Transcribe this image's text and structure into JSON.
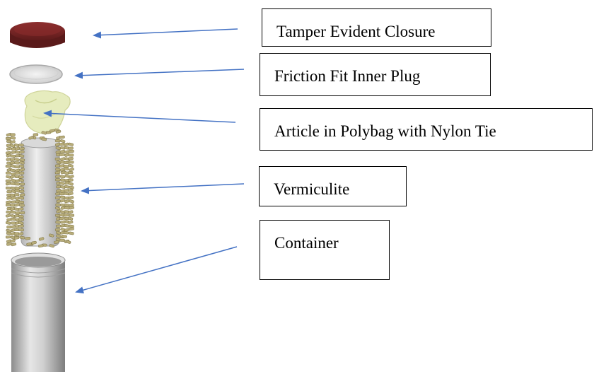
{
  "labels": [
    {
      "id": "tamper-evident-closure",
      "text": "Tamper Evident Closure"
    },
    {
      "id": "friction-fit-inner-plug",
      "text": "Friction Fit Inner Plug"
    },
    {
      "id": "article-in-polybag",
      "text": "Article in Polybag with Nylon Tie"
    },
    {
      "id": "vermiculite",
      "text": "Vermiculite"
    },
    {
      "id": "container",
      "text": "Container"
    }
  ],
  "colors": {
    "arrow": "#4472c4",
    "closure": "#7a2626",
    "plug": "#dcdcdc",
    "polybag": "#e6ecbe",
    "vermiculite": "#b8ad7a",
    "container": "#bdbdbd"
  }
}
